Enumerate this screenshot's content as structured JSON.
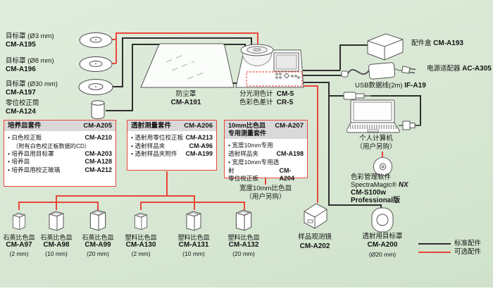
{
  "colors": {
    "optional_red": "#ea4638",
    "standard_black": "#2e2e2e",
    "background_green": "#d7e7d3",
    "kit_header_gray": "#d9d9d9"
  },
  "legend": {
    "standard": "标准配件",
    "optional": "可选配件"
  },
  "targets": [
    {
      "name": "目标罩 (Ø3 mm)",
      "code": "CM-A195"
    },
    {
      "name": "目标罩 (Ø8 mm)",
      "code": "CM-A196"
    },
    {
      "name": "目标罩 (Ø30 mm)",
      "code": "CM-A197"
    },
    {
      "name": "零位校正筒",
      "code": "CM-A124"
    }
  ],
  "dust_cover": {
    "name": "防尘罩",
    "code": "CM-A191"
  },
  "instrument": {
    "line1_name": "分光测色计",
    "line1_code": "CM-5",
    "line2_name": "色彩色差计",
    "line2_code": "CR-5"
  },
  "accessory_box": {
    "name": "配件盒",
    "code": "CM-A193"
  },
  "ac_adapter": {
    "name": "电源适配器",
    "code": "AC-A305"
  },
  "usb_cable": {
    "name": "USB数据线(2m)",
    "code": "IF-A19"
  },
  "computer": {
    "name": "个人计算机",
    "note": "（用户另购）"
  },
  "software": {
    "name": "色彩管理软件",
    "brand": "SpectraMagic®",
    "brand2": "NX",
    "line3": "CM-S100w",
    "line4": "Professional版"
  },
  "kits": [
    {
      "title": "培养皿套件",
      "code": "CM-A205",
      "note": "（附有白色校正板数据的CD）",
      "items": [
        {
          "name": "白色校正板",
          "code": "CM-A210"
        },
        {
          "name": "培养皿用目标罩",
          "code": "CM-A203"
        },
        {
          "name": "培养皿",
          "code": "CM-A128"
        },
        {
          "name": "培养皿用校正玻璃",
          "code": "CM-A212"
        }
      ]
    },
    {
      "title": "透射测量套件",
      "code": "CM-A206",
      "items": [
        {
          "name": "透射用零位校正板",
          "code": "CM-A213"
        },
        {
          "name": "透射样品夹",
          "code": "CM-A96"
        },
        {
          "name": "透射样品夹附件",
          "code": "CM-A199"
        }
      ]
    },
    {
      "title": "10mm比色皿\n专用测量套件",
      "code": "CM-A207",
      "items": [
        {
          "name": "宽度10mm专用\n透射样品夹",
          "code": "CM-A198"
        },
        {
          "name": "宽度10mm专用透射\n零位校正板",
          "code": "CM-A204"
        }
      ]
    }
  ],
  "cuvette_note": {
    "line1": "宽度10mm比色皿",
    "line2": "（用户另购）"
  },
  "cells": [
    {
      "name": "石英比色皿",
      "code": "CM-A97",
      "size": "(2 mm)"
    },
    {
      "name": "石英比色皿",
      "code": "CM-A98",
      "size": "(10 mm)"
    },
    {
      "name": "石英比色皿",
      "code": "CM-A99",
      "size": "(20 mm)"
    },
    {
      "name": "塑料比色皿",
      "code": "CM-A130",
      "size": "(2 mm)"
    },
    {
      "name": "塑料比色皿",
      "code": "CM-A131",
      "size": "(10 mm)"
    },
    {
      "name": "塑料比色皿",
      "code": "CM-A132",
      "size": "(20 mm)"
    }
  ],
  "sample_viewer": {
    "name": "样品观测镜",
    "code": "CM-A202"
  },
  "trans_target": {
    "name": "透射用目标罩",
    "code": "CM-A200",
    "size": "(Ø20 mm)"
  }
}
